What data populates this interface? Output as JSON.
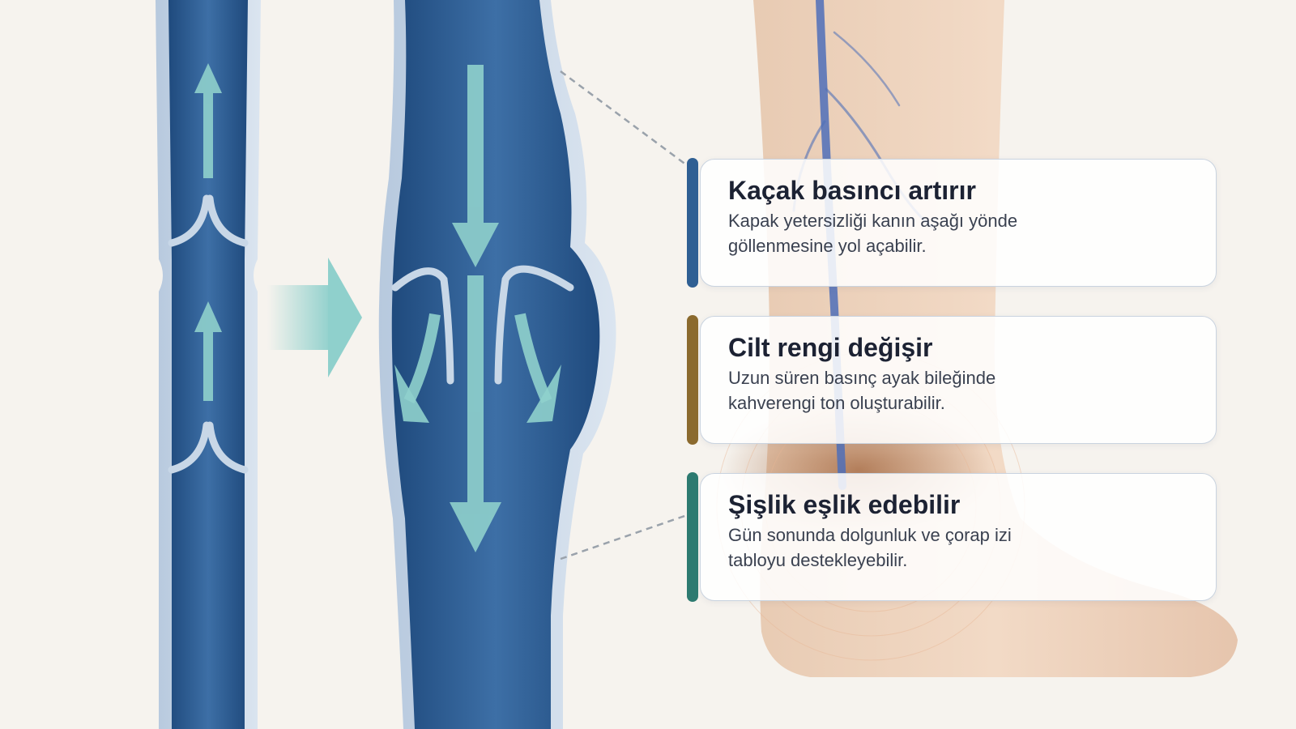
{
  "colors": {
    "background": "#f6f3ee",
    "vein_blue": "#2e5a8c",
    "flow_arrow": "#8fd0cc",
    "accent_pressure": "#2f5f93",
    "accent_skin": "#8b6a2e",
    "accent_swelling": "#2d7a70"
  },
  "icons": [
    "up-arrow-icon",
    "right-arrow-icon",
    "down-arrow-icon",
    "reflux-curve-arrow-icon"
  ],
  "cards": [
    {
      "title": "Kaçak basıncı artırır",
      "text": "Kapak yetersizliği kanın aşağı yönde göllenmesine yol açabilir."
    },
    {
      "title": "Cilt rengi değişir",
      "text": "Uzun süren basınç ayak bileğinde kahverengi ton oluşturabilir."
    },
    {
      "title": "Şişlik eşlik edebilir",
      "text": "Gün sonunda dolgunluk ve çorap izi tabloyu destekleyebilir."
    }
  ]
}
